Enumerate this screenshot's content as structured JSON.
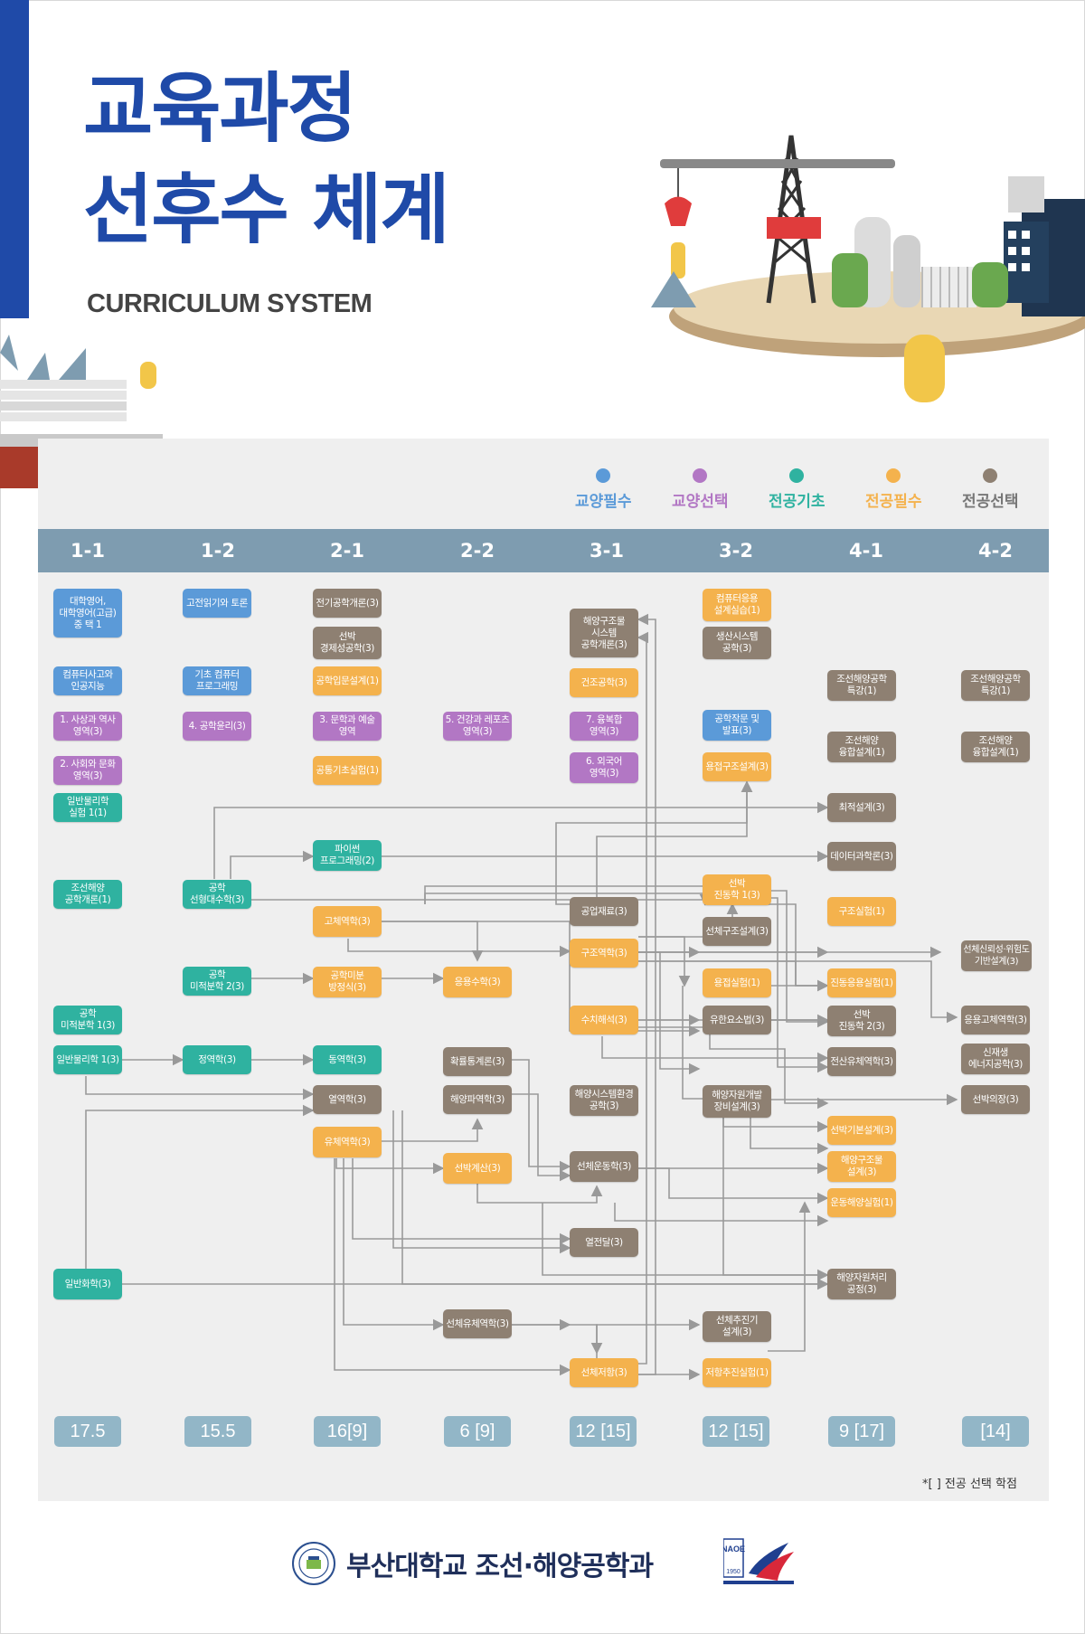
{
  "header": {
    "title_line1": "교육과정",
    "title_line2": "선후수 체계",
    "subtitle": "CURRICULUM SYSTEM"
  },
  "legend": [
    {
      "label": "교양필수",
      "color": "#5b9ad8"
    },
    {
      "label": "교양선택",
      "color": "#b277c4"
    },
    {
      "label": "전공기초",
      "color": "#2fb2a0"
    },
    {
      "label": "전공필수",
      "color": "#f4b24d"
    },
    {
      "label": "전공선택",
      "color": "#8e8072"
    }
  ],
  "semesters": [
    "1-1",
    "1-2",
    "2-1",
    "2-2",
    "3-1",
    "3-2",
    "4-1",
    "4-2"
  ],
  "courses": [
    {
      "id": "c01",
      "label": "대학영어,\n대학영어(고급)\n중 택 1",
      "cat": "blue"
    },
    {
      "id": "c02",
      "label": "컴퓨터사고와\n인공지능",
      "cat": "blue"
    },
    {
      "id": "c03",
      "label": "1. 사상과 역사\n영역(3)",
      "cat": "purple"
    },
    {
      "id": "c04",
      "label": "2. 사회와 문화\n영역(3)",
      "cat": "purple"
    },
    {
      "id": "c05",
      "label": "일반물리학\n실험 1(1)",
      "cat": "teal"
    },
    {
      "id": "c06",
      "label": "조선해양\n공학개론(1)",
      "cat": "teal"
    },
    {
      "id": "c07",
      "label": "공학\n미적분학 1(3)",
      "cat": "teal"
    },
    {
      "id": "c08",
      "label": "일반물리학 1(3)",
      "cat": "teal"
    },
    {
      "id": "c09",
      "label": "일반화학(3)",
      "cat": "teal"
    },
    {
      "id": "c10",
      "label": "고전읽기와 토론",
      "cat": "blue"
    },
    {
      "id": "c11",
      "label": "기초 컴퓨터\n프로그래밍",
      "cat": "blue"
    },
    {
      "id": "c12",
      "label": "4. 공학윤리(3)",
      "cat": "purple"
    },
    {
      "id": "c13",
      "label": "공학\n선형대수학(3)",
      "cat": "teal"
    },
    {
      "id": "c14",
      "label": "공학\n미적분학 2(3)",
      "cat": "teal"
    },
    {
      "id": "c15",
      "label": "정역학(3)",
      "cat": "teal"
    },
    {
      "id": "c16",
      "label": "전기공학개론(3)",
      "cat": "brown"
    },
    {
      "id": "c17",
      "label": "선박\n경제성공학(3)",
      "cat": "brown"
    },
    {
      "id": "c18",
      "label": "공학입문설계(1)",
      "cat": "orange"
    },
    {
      "id": "c19",
      "label": "3. 문학과 예술\n영역",
      "cat": "purple"
    },
    {
      "id": "c20",
      "label": "공통기초실험(1)",
      "cat": "orange"
    },
    {
      "id": "c21",
      "label": "파이썬\n프로그래밍(2)",
      "cat": "teal"
    },
    {
      "id": "c22",
      "label": "고체역학(3)",
      "cat": "orange"
    },
    {
      "id": "c23",
      "label": "공학미분\n방정식(3)",
      "cat": "orange"
    },
    {
      "id": "c24",
      "label": "동역학(3)",
      "cat": "teal"
    },
    {
      "id": "c25",
      "label": "열역학(3)",
      "cat": "brown"
    },
    {
      "id": "c26",
      "label": "유체역학(3)",
      "cat": "orange"
    },
    {
      "id": "c27",
      "label": "5. 건강과 레포츠\n영역(3)",
      "cat": "purple"
    },
    {
      "id": "c28",
      "label": "응용수학(3)",
      "cat": "orange"
    },
    {
      "id": "c29",
      "label": "확률통계론(3)",
      "cat": "brown"
    },
    {
      "id": "c30",
      "label": "해양파역학(3)",
      "cat": "brown"
    },
    {
      "id": "c31",
      "label": "선박계산(3)",
      "cat": "orange"
    },
    {
      "id": "c32",
      "label": "선체유체역학(3)",
      "cat": "brown"
    },
    {
      "id": "c33",
      "label": "해양구조물\n시스템\n공학개론(3)",
      "cat": "brown"
    },
    {
      "id": "c34",
      "label": "건조공학(3)",
      "cat": "orange"
    },
    {
      "id": "c35",
      "label": "7. 융복합\n영역(3)",
      "cat": "purple"
    },
    {
      "id": "c36",
      "label": "6. 외국어\n영역(3)",
      "cat": "purple"
    },
    {
      "id": "c37",
      "label": "공업재료(3)",
      "cat": "brown"
    },
    {
      "id": "c38",
      "label": "구조역학(3)",
      "cat": "orange"
    },
    {
      "id": "c39",
      "label": "수치해석(3)",
      "cat": "orange"
    },
    {
      "id": "c40",
      "label": "해양시스템환경\n공학(3)",
      "cat": "brown"
    },
    {
      "id": "c41",
      "label": "선체운동학(3)",
      "cat": "brown"
    },
    {
      "id": "c42",
      "label": "열전달(3)",
      "cat": "brown"
    },
    {
      "id": "c43",
      "label": "선체저항(3)",
      "cat": "orange"
    },
    {
      "id": "c44",
      "label": "컴퓨터응용\n설계실습(1)",
      "cat": "orange"
    },
    {
      "id": "c45",
      "label": "생산시스템\n공학(3)",
      "cat": "brown"
    },
    {
      "id": "c46",
      "label": "공학작문 및\n발표(3)",
      "cat": "blue"
    },
    {
      "id": "c47",
      "label": "용접구조설계(3)",
      "cat": "orange"
    },
    {
      "id": "c48",
      "label": "선박\n진동학 1(3)",
      "cat": "orange"
    },
    {
      "id": "c49",
      "label": "선체구조설계(3)",
      "cat": "brown"
    },
    {
      "id": "c50",
      "label": "용접실험(1)",
      "cat": "orange"
    },
    {
      "id": "c51",
      "label": "유한요소법(3)",
      "cat": "brown"
    },
    {
      "id": "c52",
      "label": "해양자원개발\n장비설계(3)",
      "cat": "brown"
    },
    {
      "id": "c53",
      "label": "선체추진기\n설계(3)",
      "cat": "brown"
    },
    {
      "id": "c54",
      "label": "저항추진실험(1)",
      "cat": "orange"
    },
    {
      "id": "c55",
      "label": "조선해양공학\n특강(1)",
      "cat": "brown"
    },
    {
      "id": "c56",
      "label": "조선해양\n융합설계(1)",
      "cat": "brown"
    },
    {
      "id": "c57",
      "label": "최적설계(3)",
      "cat": "brown"
    },
    {
      "id": "c58",
      "label": "데이터과학론(3)",
      "cat": "brown"
    },
    {
      "id": "c59",
      "label": "구조실험(1)",
      "cat": "orange"
    },
    {
      "id": "c60",
      "label": "진동응용실험(1)",
      "cat": "orange"
    },
    {
      "id": "c61",
      "label": "선박\n진동학 2(3)",
      "cat": "brown"
    },
    {
      "id": "c62",
      "label": "전산유체역학(3)",
      "cat": "brown"
    },
    {
      "id": "c63",
      "label": "선박기본설계(3)",
      "cat": "orange"
    },
    {
      "id": "c64",
      "label": "해양구조물\n설계(3)",
      "cat": "orange"
    },
    {
      "id": "c65",
      "label": "운동해양실험(1)",
      "cat": "orange"
    },
    {
      "id": "c66",
      "label": "해양자원처리\n공정(3)",
      "cat": "brown"
    },
    {
      "id": "c67",
      "label": "조선해양공학\n특강(1)",
      "cat": "brown"
    },
    {
      "id": "c68",
      "label": "조선해양\n융합설계(1)",
      "cat": "brown"
    },
    {
      "id": "c69",
      "label": "선체신뢰성·위험도\n기반설계(3)",
      "cat": "brown"
    },
    {
      "id": "c70",
      "label": "응용고체역학(3)",
      "cat": "brown"
    },
    {
      "id": "c71",
      "label": "신재생\n에너지공학(3)",
      "cat": "brown"
    },
    {
      "id": "c72",
      "label": "선박의장(3)",
      "cat": "brown"
    }
  ],
  "credits": [
    "17.5",
    "15.5",
    "16[9]",
    "6 [9]",
    "12 [15]",
    "12 [15]",
    "9 [17]",
    "[14]"
  ],
  "note": "*[ ] 전공 선택 학점",
  "footer": {
    "university": "부산대학교 조선·해양공학과",
    "naoe": "NAOE",
    "naoe_year": "1950"
  }
}
